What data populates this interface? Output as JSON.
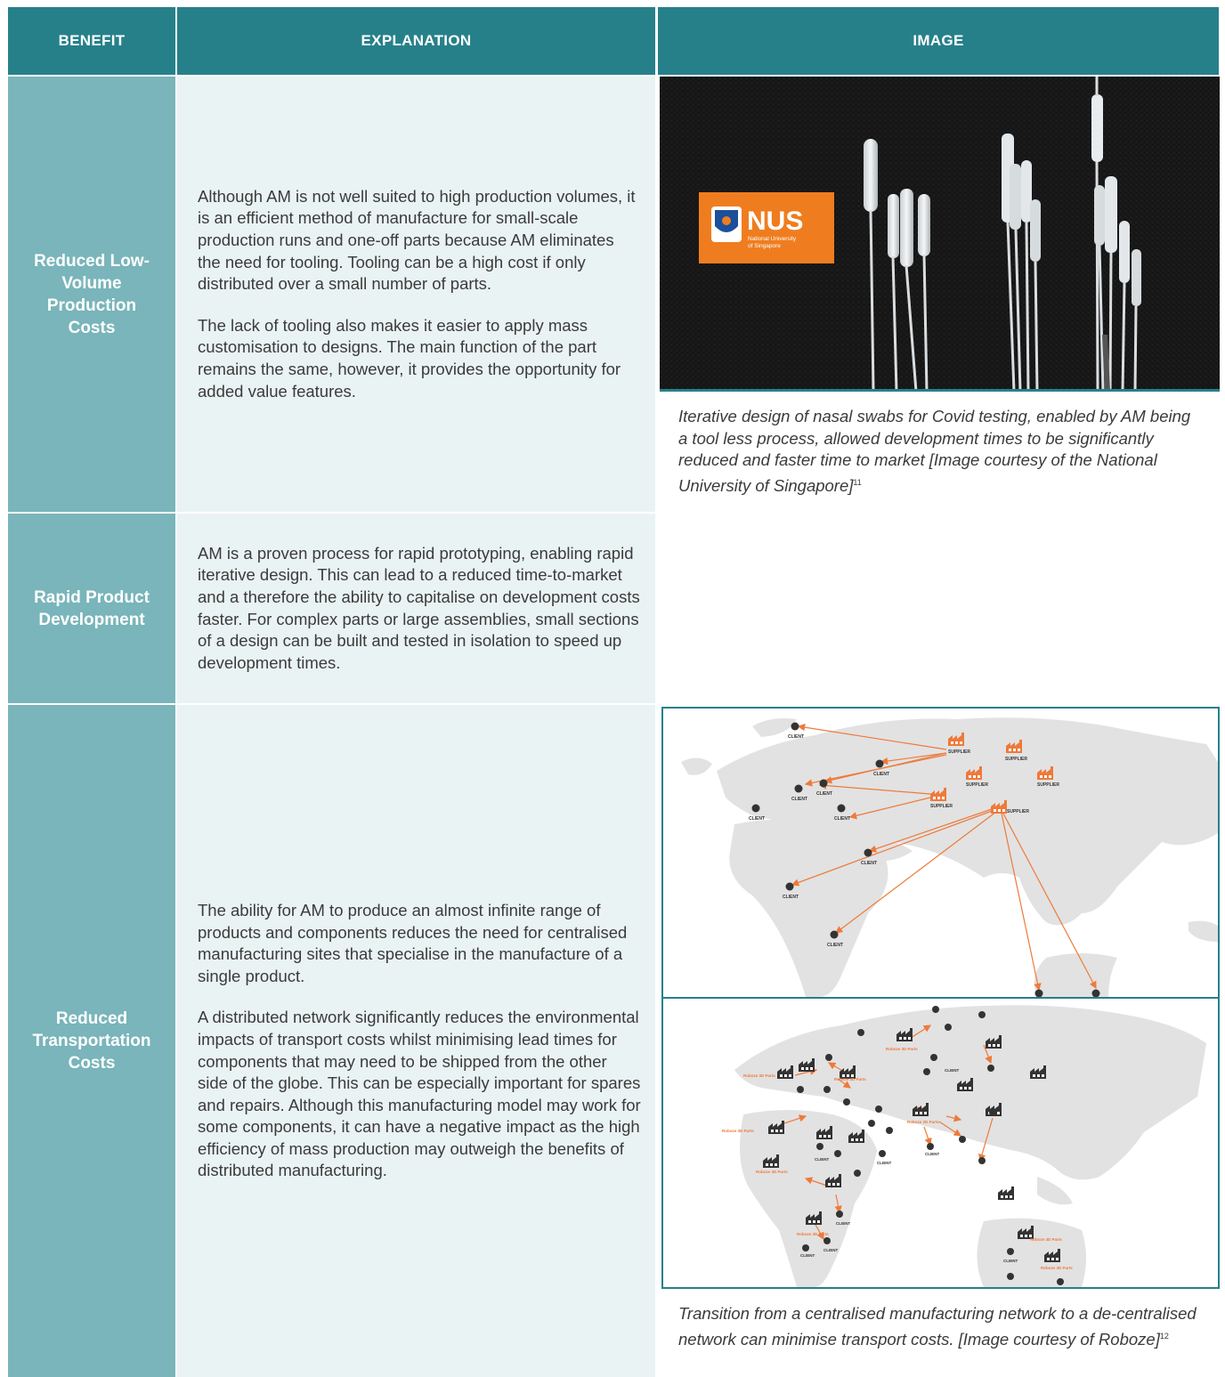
{
  "headers": {
    "benefit": "BENEFIT",
    "explanation": "EXPLANATION",
    "image": "IMAGE"
  },
  "rows": [
    {
      "benefit": "Reduced Low-Volume Production Costs",
      "paragraphs": [
        "Although AM is not well suited to high production volumes, it is an efficient method of manufacture for small-scale production runs and one-off parts because AM eliminates the need for tooling. Tooling can be a high cost if only distributed over a small number of parts.",
        "The lack of tooling also makes it easier to apply mass customisation to designs. The main function of the part remains the same, however, it provides the opportunity for added value features."
      ]
    },
    {
      "benefit": "Rapid Product Development",
      "paragraphs": [
        "AM is a proven process for rapid prototyping, enabling rapid iterative design. This can lead to a reduced time-to-market and a therefore the ability to capitalise on development costs faster. For complex parts or large assemblies, small sections of a design can be built and tested in isolation to speed up development times."
      ]
    },
    {
      "benefit": "Reduced Transportation Costs",
      "paragraphs": [
        "The ability for AM to produce an almost infinite range of products and components reduces the need for centralised manufacturing sites that specialise in the manufacture of a single product.",
        "A distributed network significantly reduces the environmental impacts of transport costs whilst minimising lead times for components that may need to be shipped from the other side of the globe. This can be especially important for spares and repairs. Although this manufacturing model may work for some components, it can have a negative impact as the high efficiency of mass production may outweigh the benefits of distributed manufacturing."
      ]
    }
  ],
  "photo": {
    "logo_text": "NUS",
    "logo_subtext_1": "National University",
    "logo_subtext_2": "of Singapore"
  },
  "caption1": "Iterative design  of nasal swabs for Covid testing, enabled by AM being a tool less process, allowed development times to be significantly reduced and faster time to market [Image courtesy of the National University of Singapore]",
  "caption1_ref": "11",
  "map_top": {
    "supplier_label": "SUPPLIER",
    "client_label": "CLIENT"
  },
  "map_bottom": {
    "site_label": "Roboze 3D Parts",
    "client_label": "CLIENT"
  },
  "caption2": "Transition from a centralised manufacturing network to a de-centralised network can minimise transport costs. [Image courtesy of Roboze]",
  "caption2_ref": "12",
  "colors": {
    "header": "#26808a",
    "benefit_cell": "#79b5ba",
    "explanation_cell": "#eaf3f3",
    "frame": "#26808a",
    "map_land": "#e2e2e2",
    "accent_orange": "#ee7a3a",
    "marker": "#333333"
  }
}
